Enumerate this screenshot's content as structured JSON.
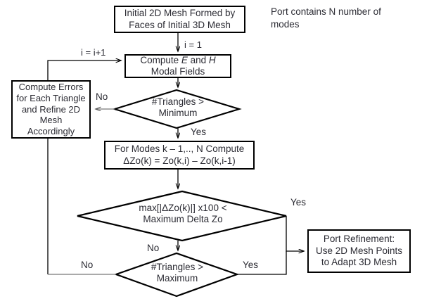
{
  "diagram": {
    "title": "Port mesh adaptive refinement flowchart",
    "background_color": "#ffffff",
    "line_color": "#000000",
    "text_color": "#2b2b33"
  },
  "note": {
    "text": "Port contains N number of modes"
  },
  "nodes": {
    "initial_mesh": {
      "shape": "process",
      "line1": "Initial 2D Mesh Formed by",
      "line2": "Faces of Initial 3D Mesh"
    },
    "compute_fields": {
      "shape": "process",
      "line1_pre": "Compute ",
      "line1_e": "E",
      "line1_mid": " and ",
      "line1_h": "H",
      "line2": "Modal Fields"
    },
    "compute_errors": {
      "shape": "process",
      "line1": "Compute Errors",
      "line2": "for Each Triangle",
      "line3": "and Refine 2D",
      "line4": "Mesh",
      "line5": "Accordingly"
    },
    "for_modes": {
      "shape": "process",
      "line1": "For Modes k – 1,.., N Compute",
      "line2": "ΔZo(k) = Zo(k,i) – Zo(k,i-1)"
    },
    "decision_min_triangles": {
      "shape": "decision",
      "line1": "#Triangles >",
      "line2": "Minimum"
    },
    "decision_delta_zo": {
      "shape": "decision",
      "line1": "max[|ΔZo(k)|] x100 <",
      "line2": "Maximum Delta Zo"
    },
    "decision_max_triangles": {
      "shape": "decision",
      "line1": "#Triangles >",
      "line2": "Maximum"
    },
    "port_refinement": {
      "shape": "process",
      "line1": "Port Refinement:",
      "line2": "Use 2D Mesh Points",
      "line3": "to Adapt 3D Mesh"
    }
  },
  "edge_labels": {
    "i_equals_1": "i = 1",
    "i_increment": "i = i+1",
    "no_min_triangles": "No",
    "yes_min_triangles": "Yes",
    "yes_delta_zo": "Yes",
    "no_delta_zo": "No",
    "no_max_triangles": "No",
    "yes_max_triangles": "Yes"
  }
}
